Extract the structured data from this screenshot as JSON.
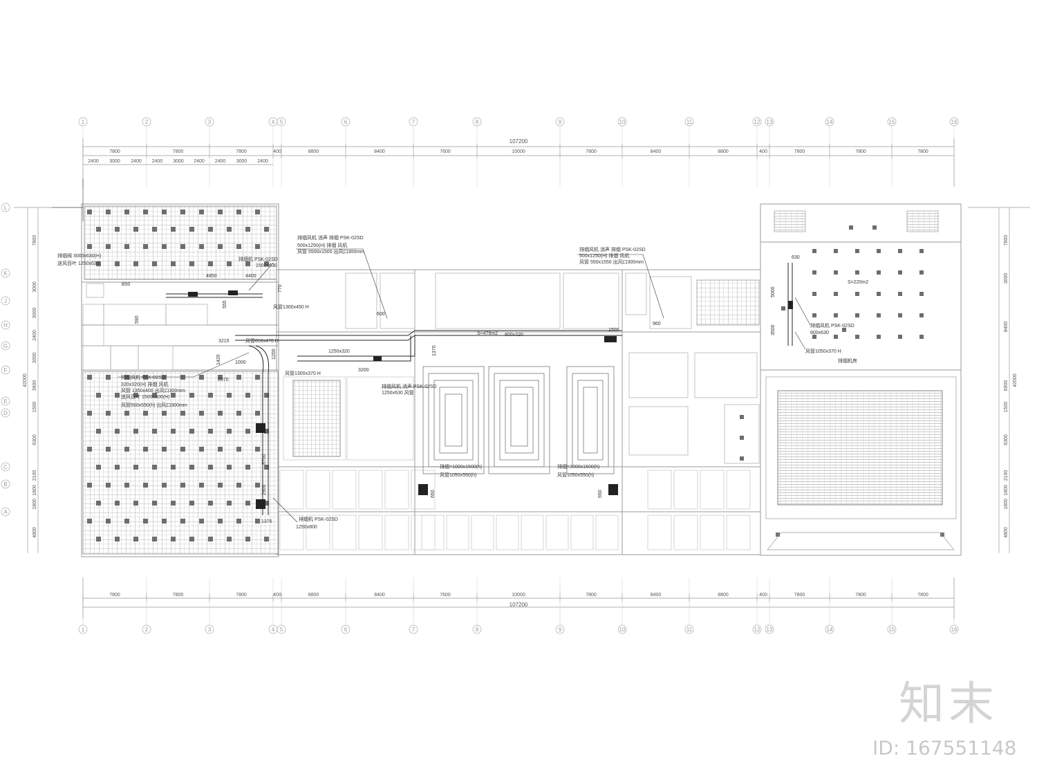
{
  "drawing": {
    "total_width": "107200",
    "total_height": "42000",
    "column_axes_top": [
      "1",
      "2",
      "3",
      "4",
      "5",
      "6",
      "7",
      "8",
      "9",
      "10",
      "11",
      "12",
      "13",
      "14",
      "15",
      "16"
    ],
    "column_axes_bottom": [
      "1",
      "2",
      "3",
      "4",
      "5",
      "6",
      "7",
      "8",
      "9",
      "10",
      "11",
      "12",
      "13",
      "14",
      "15",
      "16"
    ],
    "row_axes": [
      "L",
      "K",
      "J",
      "H",
      "G",
      "F",
      "E",
      "D",
      "C",
      "B",
      "A"
    ],
    "top_spans": [
      "7800",
      "7800",
      "7800",
      "400",
      "8800",
      "8400",
      "7600",
      "10000",
      "7800",
      "8400",
      "8800",
      "400",
      "7800",
      "7800",
      "7800"
    ],
    "top_subspans": [
      "2400",
      "3000",
      "2400",
      "2400",
      "3000",
      "2400",
      "2400",
      "3000",
      "2400"
    ],
    "bottom_spans": [
      "7800",
      "7800",
      "7800",
      "400",
      "8800",
      "8400",
      "7600",
      "10000",
      "7800",
      "8400",
      "8800",
      "400",
      "7800",
      "7800",
      "7800"
    ],
    "left_spans": [
      "7800",
      "3000",
      "3000",
      "2400",
      "3000",
      "3900",
      "1500",
      "6300",
      "2100",
      "1800",
      "1800",
      "4800"
    ],
    "right_spans": [
      "7800",
      "3000",
      "8400",
      "6900",
      "1500",
      "6300",
      "2100",
      "1800",
      "1800",
      "4800"
    ]
  },
  "annotations": {
    "a1": "排烟阀 3000x630(H)",
    "a2": "送风百叶 1250x630",
    "a3": "排烟机 PSK-02SD",
    "a4": "1500x630",
    "a5": "B50",
    "a6": "4850",
    "a7": "4400",
    "a8": "770",
    "a9": "555",
    "a10": "590",
    "a11": "风管1300x450 H",
    "a12": "排烟风机 消声 排烟 PSK-02SD",
    "a13": "500x1250(H) 排烟 风机",
    "a14": "风管 5500x1500 出风口300mm",
    "a15": "600",
    "a16": "排烟风机 消声 排烟 PSK-02SD",
    "a17": "500x1250(H) 排烟 风机",
    "a18": "风管 550x1550 出风口300mm",
    "a19": "960",
    "a20": "1500",
    "a21": "630",
    "a22": "3215",
    "a23": "风管850x470 H",
    "a24": "1200",
    "a25": "1420",
    "a26": "1000",
    "a27": "2070",
    "a28": "3200",
    "a29": "风管1300x370 H",
    "a30": "1250x320",
    "a31": "S=476m2",
    "a32": "800x320",
    "a33": "1370",
    "a34": "排烟风机 消声 PSK-02SD",
    "a35": "1250x630 风管",
    "a36": "排烟风机 PSK-02SD",
    "a37": "320x320(H) 排烟 风机",
    "a38": "风管 1350x400 出风口300mm",
    "a39": "送风百叶 1500x300(H)",
    "a40": "风管550x550(h) 出风口300mm",
    "a41": "5700",
    "a42": "2900",
    "a43": "1376",
    "a44": "排烟机 PSK-02SD",
    "a45": "1250x800",
    "a46": "650",
    "a47": "排烟=1000x1500(h)",
    "a48": "风管1050x550(h)",
    "a49": "650",
    "a50": "排烟=1000x1500(h)",
    "a51": "风管1050x550(h)",
    "a52": "5000",
    "a53": "3500",
    "a54": "S=220m2",
    "a55": "排烟风机 PSK-02SD",
    "a56": "800x630",
    "a57": "风管1050x370 H",
    "a58": "排烟机房"
  },
  "watermark": {
    "logo": "知末",
    "id": "ID: 167551148"
  }
}
